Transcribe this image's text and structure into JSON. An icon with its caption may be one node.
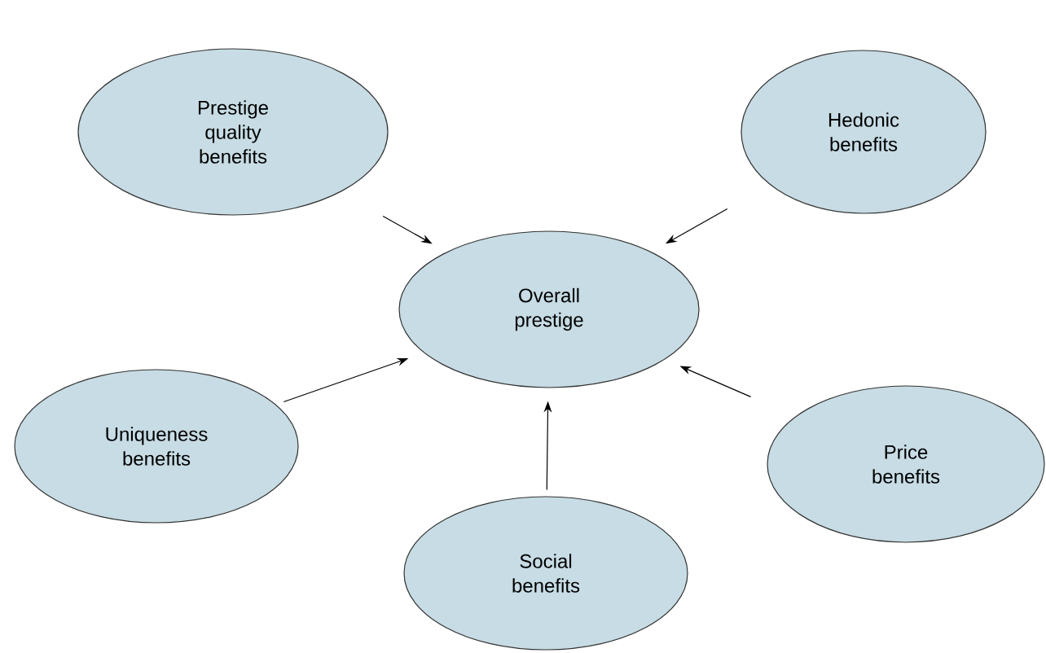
{
  "diagram": {
    "nodes": [
      {
        "text": [
          "Prestige quality benefits"
        ]
      },
      {
        "text": [
          "Hedonic benefits"
        ]
      },
      {
        "text": [
          "Overall prestige"
        ]
      },
      {
        "text": [
          "Uniqueness benefits"
        ]
      },
      {
        "text": [
          "Price benefits"
        ]
      },
      {
        "text": [
          "Social benefits"
        ]
      }
    ],
    "edges": [
      {
        "from": 0,
        "to": 2,
        "arrow": "to"
      },
      {
        "from": 1,
        "to": 2,
        "arrow": "to"
      },
      {
        "from": 3,
        "to": 2,
        "arrow": "to"
      },
      {
        "from": 4,
        "to": 2,
        "arrow": "to"
      },
      {
        "from": 5,
        "to": 2,
        "arrow": "to"
      }
    ]
  }
}
